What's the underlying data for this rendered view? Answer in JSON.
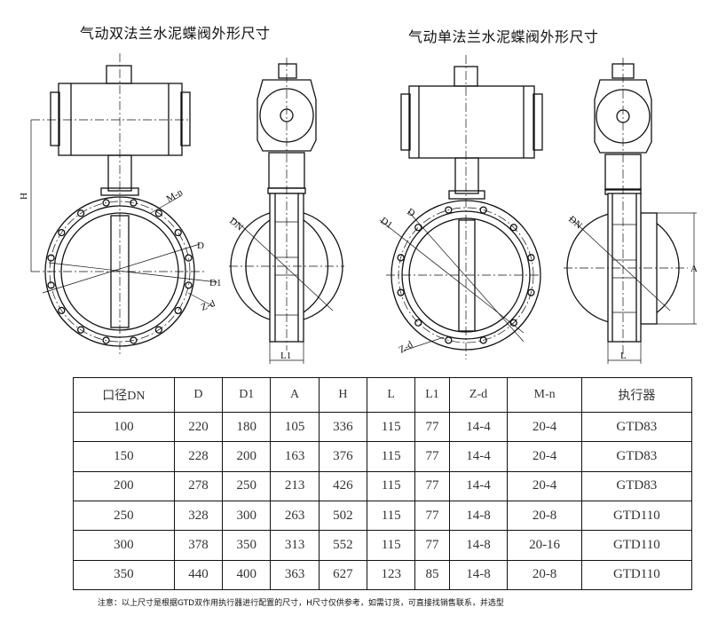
{
  "titles": {
    "double_flange": "气动双法兰水泥蝶阀外形尺寸",
    "single_flange": "气动单法兰水泥蝶阀外形尺寸"
  },
  "labels": {
    "H": "H",
    "Mn": "M-n",
    "D": "D",
    "D1": "D1",
    "Zd": "Z-d",
    "DN": "DN",
    "L1": "L1",
    "L": "L",
    "A": "A"
  },
  "table": {
    "headers": [
      "口径DN",
      "D",
      "D1",
      "A",
      "H",
      "L",
      "L1",
      "Z-d",
      "M-n",
      "执行器"
    ],
    "rows": [
      [
        "100",
        "220",
        "180",
        "105",
        "336",
        "115",
        "77",
        "14-4",
        "20-4",
        "GTD83"
      ],
      [
        "150",
        "228",
        "200",
        "163",
        "376",
        "115",
        "77",
        "14-4",
        "20-4",
        "GTD83"
      ],
      [
        "200",
        "278",
        "250",
        "213",
        "426",
        "115",
        "77",
        "14-4",
        "20-4",
        "GTD83"
      ],
      [
        "250",
        "328",
        "300",
        "263",
        "502",
        "115",
        "77",
        "14-8",
        "20-8",
        "GTD110"
      ],
      [
        "300",
        "378",
        "350",
        "313",
        "552",
        "115",
        "77",
        "14-8",
        "20-16",
        "GTD110"
      ],
      [
        "350",
        "440",
        "400",
        "363",
        "627",
        "123",
        "85",
        "14-8",
        "20-8",
        "GTD110"
      ]
    ]
  },
  "note": "注意：以上尺寸是根据GTD双作用执行器进行配置的尺寸，H尺寸仅供参考，如需订货，可直接找销售联系，并选型"
}
